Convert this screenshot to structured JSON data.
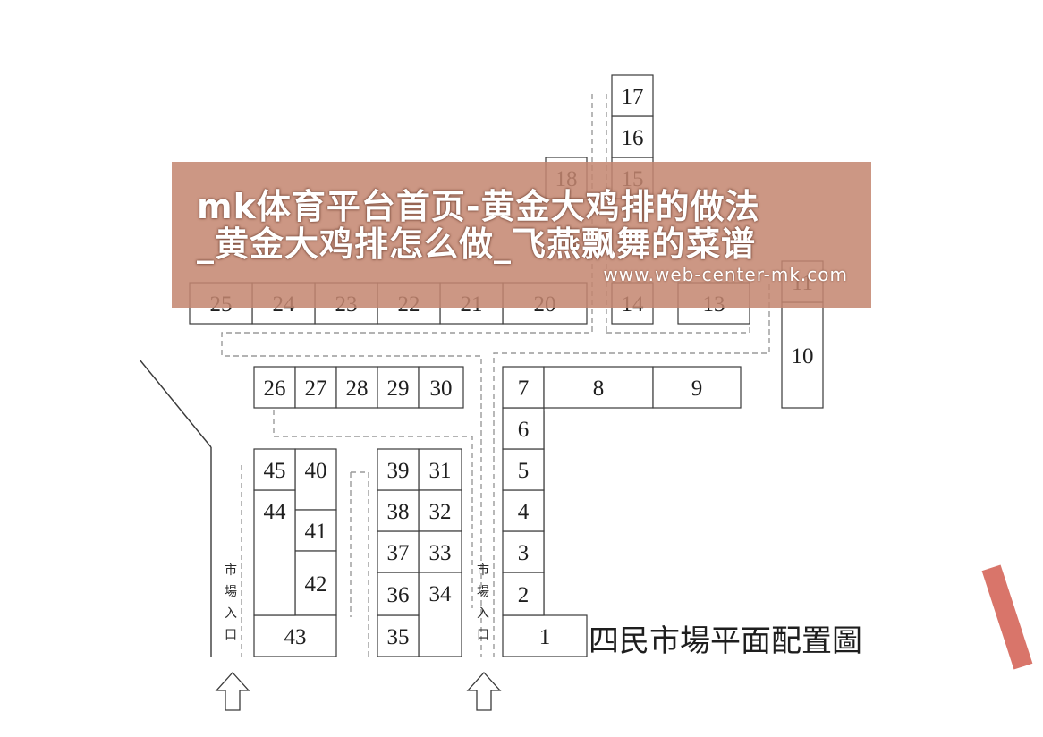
{
  "plan": {
    "title": "四民市場平面配置圖",
    "entrance_label": "市場入口",
    "stalls": [
      "1",
      "2",
      "3",
      "4",
      "5",
      "6",
      "7",
      "8",
      "9",
      "10",
      "11",
      "13",
      "14",
      "15",
      "16",
      "17",
      "18",
      "20",
      "21",
      "22",
      "23",
      "24",
      "25",
      "26",
      "27",
      "28",
      "29",
      "30",
      "31",
      "32",
      "33",
      "34",
      "35",
      "36",
      "37",
      "38",
      "39",
      "40",
      "41",
      "42",
      "43",
      "44",
      "45"
    ]
  },
  "banner": {
    "line1": "mk体育平台首页-黄金大鸡排的做法",
    "line2": "_黄金大鸡排怎么做_飞燕飘舞的菜谱",
    "url": "www.web-center-mk.com"
  },
  "colors": {
    "banner_bg": "#c48670",
    "accent": "#d9756a",
    "line": "#3a3a3a"
  }
}
